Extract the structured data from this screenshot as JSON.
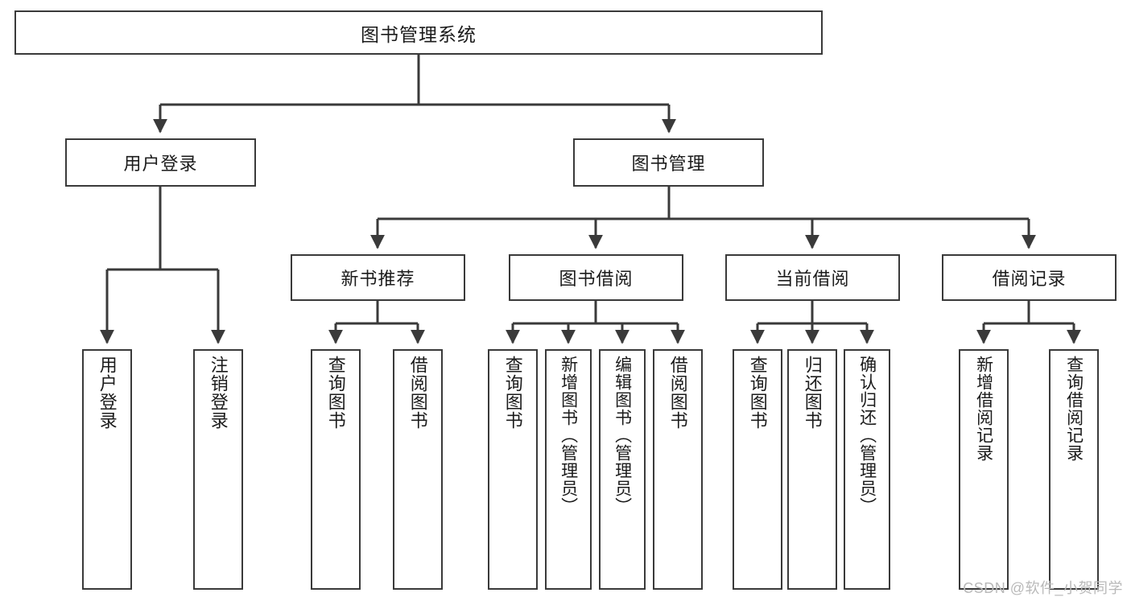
{
  "diagram": {
    "title": "图书管理系统",
    "type": "tree-hierarchy-chart",
    "root": {
      "label": "图书管理系统"
    },
    "level2": [
      {
        "label": "用户登录"
      },
      {
        "label": "图书管理"
      }
    ],
    "level3": [
      {
        "label": "新书推荐"
      },
      {
        "label": "图书借阅"
      },
      {
        "label": "当前借阅"
      },
      {
        "label": "借阅记录"
      }
    ],
    "leaves": [
      {
        "label": "用户登录"
      },
      {
        "label": "注销登录"
      },
      {
        "label": "查询图书"
      },
      {
        "label": "借阅图书"
      },
      {
        "label": "查询图书"
      },
      {
        "label": "新增图书（管理员）"
      },
      {
        "label": "编辑图书（管理员）"
      },
      {
        "label": "借阅图书"
      },
      {
        "label": "查询图书"
      },
      {
        "label": "归还图书"
      },
      {
        "label": "确认归还（管理员）"
      },
      {
        "label": "新增借阅记录"
      },
      {
        "label": "查询借阅记录"
      }
    ],
    "watermark": "CSDN @软件_小贺同学",
    "colors": {
      "box_border": "#3a3a3a",
      "box_fill": "#ffffff",
      "text": "#1b1b1b",
      "edge": "#3a3a3a",
      "watermark": "#b9b9b9",
      "background": "#ffffff"
    }
  }
}
